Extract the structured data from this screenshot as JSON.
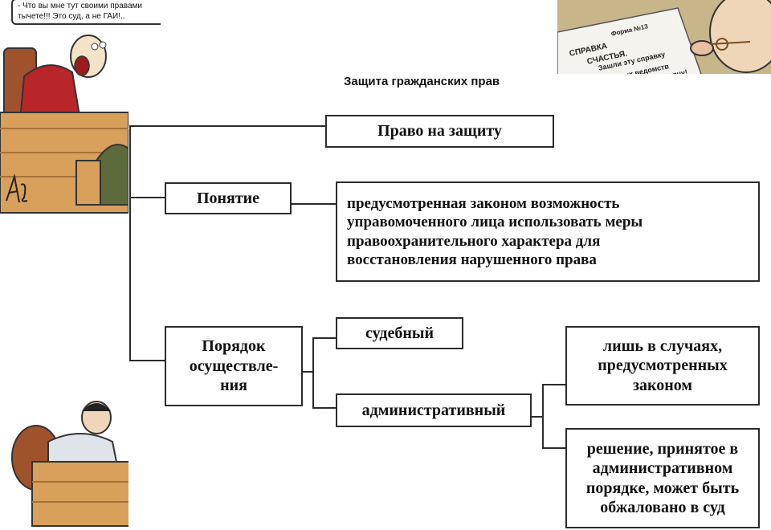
{
  "title": "Защита гражданских прав",
  "cartoon_top_left": {
    "speech_line1": "- Что вы мне тут своими правами",
    "speech_line2": "тычете!!! Это суд, а не ГАИ!.."
  },
  "cartoon_top_right": {
    "form_label": "Форма №13",
    "doc_line1": "СПРАВКА",
    "doc_line2": "СЧАСТЬЯ.",
    "doc_line3": "Зашли эту справку",
    "doc_line4": "...ных ведомств",
    "doc_line5": "тысячу!"
  },
  "diagram": {
    "right_to_protect": "Право на защиту",
    "concept": "Понятие",
    "definition_lines": [
      "предусмотренная законом возможность",
      "управомоченного лица использовать меры",
      "правоохранительного характера для",
      "восстановления нарушенного права"
    ],
    "procedure_lines": [
      "Порядок",
      "осуществле-",
      "ния"
    ],
    "judicial": "судебный",
    "administrative": "административный",
    "only_cases_lines": [
      "лишь в случаях,",
      "предусмотренных",
      "законом"
    ],
    "decision_lines": [
      "решение, принятое в",
      "административном",
      "порядке, может быть",
      "обжаловано в суд"
    ]
  },
  "colors": {
    "border": "#2b2b2b",
    "background": "#ffffff",
    "desk": "#d8a05a",
    "jacket_red": "#b8262a"
  }
}
